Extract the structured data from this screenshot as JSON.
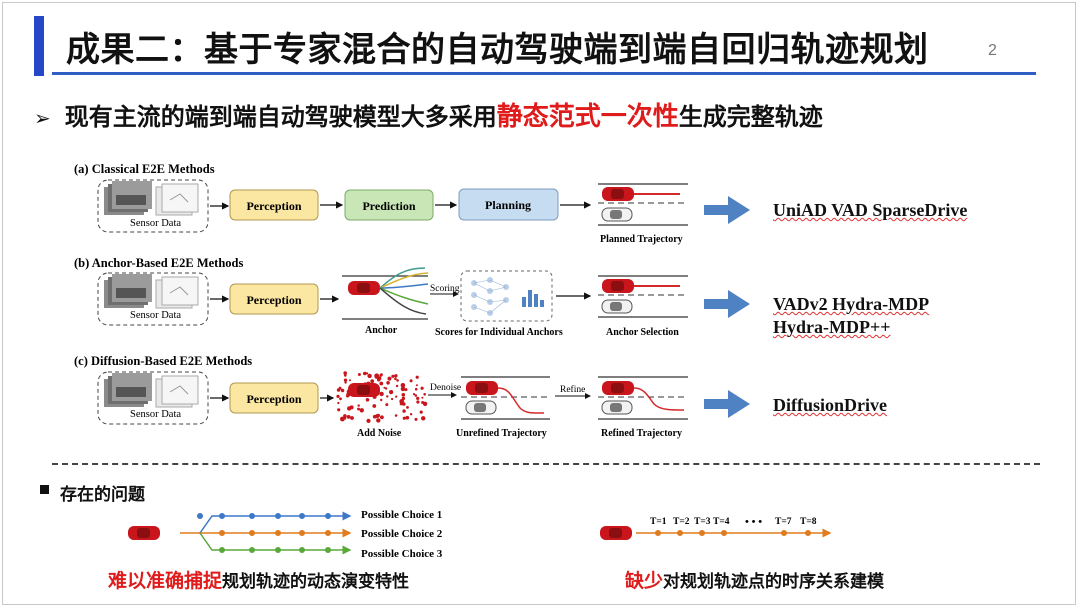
{
  "header": {
    "title": "成果二：基于专家混合的自动驾驶端到端自回归轨迹规划",
    "page_number": "2"
  },
  "bullet": {
    "prefix": "现有主流的端到端自动驾驶模型大多采用",
    "highlight": "静态范式一次性",
    "suffix": "生成完整轨迹"
  },
  "diagram": {
    "rows": [
      {
        "label": "(a) Classical E2E Methods",
        "sensor_label": "Sensor Data",
        "stages": [
          "Perception",
          "Prediction",
          "Planning"
        ],
        "output_label": "Planned Trajectory",
        "result": [
          "UniAD VAD SparseDrive"
        ]
      },
      {
        "label": "(b) Anchor-Based E2E Methods",
        "sensor_label": "Sensor Data",
        "stages": [
          "Perception"
        ],
        "anchor_label": "Anchor",
        "scoring_label": "Scoring",
        "scores_label": "Scores for Individual Anchors",
        "output_label": "Anchor Selection",
        "result": [
          "VADv2 Hydra-MDP",
          "Hydra-MDP++"
        ]
      },
      {
        "label": "(c) Diffusion-Based E2E Methods",
        "sensor_label": "Sensor Data",
        "stages": [
          "Perception"
        ],
        "noise_label": "Add Noise",
        "denoise_label": "Denoise",
        "unrefined_label": "Unrefined Trajectory",
        "refine_label": "Refine",
        "output_label": "Refined Trajectory",
        "result": [
          "DiffusionDrive"
        ]
      }
    ]
  },
  "problems": {
    "title": "存在的问题",
    "choices": [
      "Possible Choice 1",
      "Possible Choice 2",
      "Possible Choice 3"
    ],
    "time_labels": [
      "T=1",
      "T=2",
      "T=3",
      "T=4",
      "T=7",
      "T=8"
    ],
    "ellipsis": "• • •",
    "left_caption": {
      "highlight": "难以准确捕捉",
      "rest": "规划轨迹的动态演变特性"
    },
    "right_caption": {
      "highlight": "缺少",
      "rest": "对规划轨迹点的时序关系建模"
    }
  },
  "colors": {
    "accent_blue": "#2747c9",
    "highlight_red": "#e01b1b",
    "perception": "#fbe6a2",
    "prediction": "#c8e6b6",
    "planning": "#c6dcf0",
    "result_arrow": "#4f82c2",
    "choice1": "#3d78c8",
    "choice2": "#e07b1e",
    "choice3": "#5aa83a"
  }
}
